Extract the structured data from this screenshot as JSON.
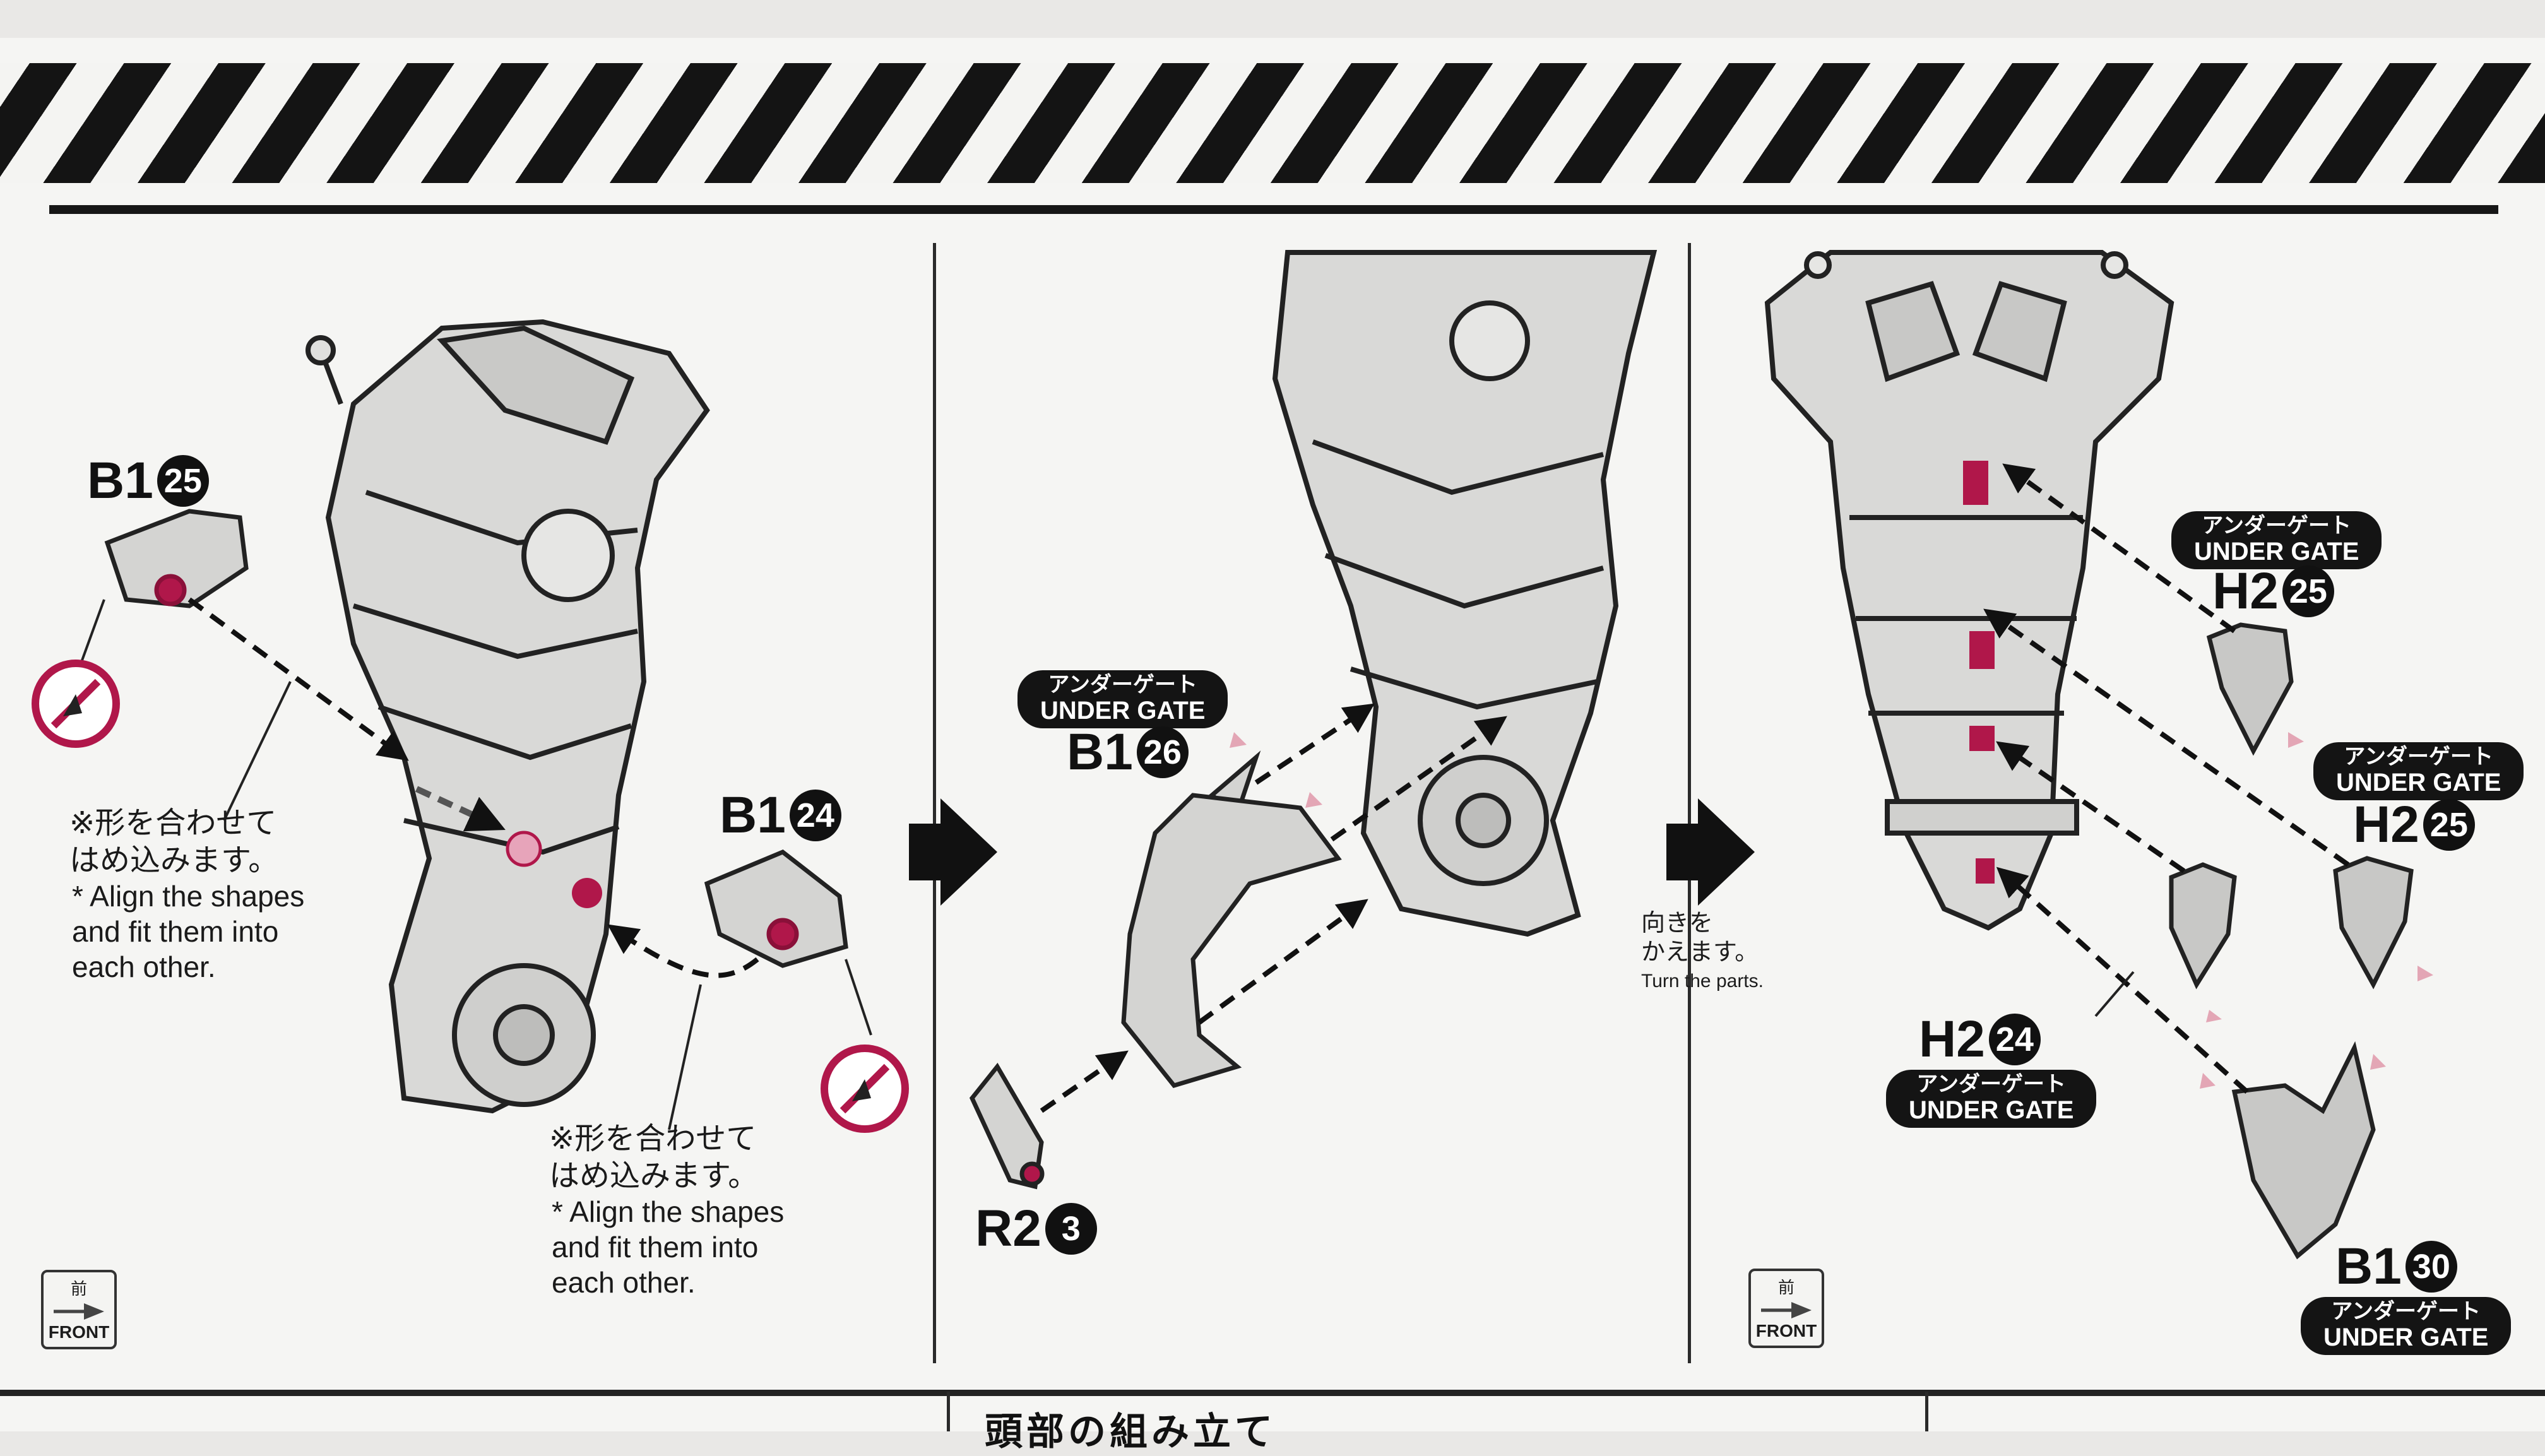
{
  "panel1": {
    "part_b1_25": {
      "code": "B1",
      "num": "25"
    },
    "part_b1_24": {
      "code": "B1",
      "num": "24"
    },
    "note_a": {
      "jp": "※形を合わせて\nはめ込みます。",
      "en": "* Align the shapes\nand fit them into\neach other."
    },
    "note_b": {
      "jp": "※形を合わせて\nはめ込みます。",
      "en": "* Align the shapes\nand fit them into\neach other."
    },
    "front_kanji": "前",
    "front_label": "FRONT"
  },
  "panel2": {
    "badge_jp": "アンダーゲート",
    "badge_en": "UNDER GATE",
    "part_b1_26": {
      "code": "B1",
      "num": "26"
    },
    "part_r2_3": {
      "code": "R2",
      "num": "3"
    }
  },
  "panel3": {
    "turn_jp": "向きを\nかえます。",
    "turn_en": "Turn the parts.",
    "badge_jp": "アンダーゲート",
    "badge_en": "UNDER GATE",
    "part_h2_25_top": {
      "code": "H2",
      "num": "25"
    },
    "part_h2_25_mid": {
      "code": "H2",
      "num": "25"
    },
    "part_h2_24": {
      "code": "H2",
      "num": "24"
    },
    "part_b1_30": {
      "code": "B1",
      "num": "30"
    },
    "front_kanji": "前",
    "front_label": "FRONT"
  },
  "footer": {
    "next_heading": "頭部の組み立て"
  },
  "colors": {
    "accent_part": "#b0174a",
    "ink": "#141414",
    "paper": "#f5f5f3",
    "triangle": "#e3a6b5"
  }
}
